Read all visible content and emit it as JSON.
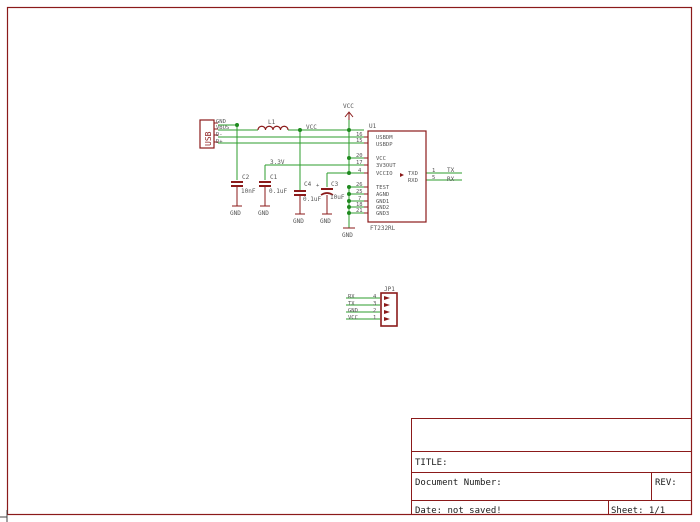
{
  "usb": {
    "connector_label": "USB",
    "pins": [
      "GND",
      "VBUS",
      "D-",
      "D+"
    ]
  },
  "inductor": {
    "ref": "L1"
  },
  "nets": {
    "vcc_net": "VCC",
    "v33_net": "3.3V",
    "vcc_port": "VCC"
  },
  "caps": [
    {
      "ref": "C2",
      "value": "10nF",
      "gnd": "GND"
    },
    {
      "ref": "C1",
      "value": "0.1uF",
      "gnd": "GND"
    },
    {
      "ref": "C4",
      "value": "0.1uF",
      "gnd": "GND"
    },
    {
      "ref": "C3",
      "value": "10uF",
      "gnd": "GND"
    }
  ],
  "ic": {
    "ref": "U1",
    "part": "FT232RL",
    "left_pins": [
      {
        "num": "16",
        "name": "USBDM"
      },
      {
        "num": "15",
        "name": "USBDP"
      },
      {
        "num": "20",
        "name": "VCC"
      },
      {
        "num": "17",
        "name": "3V3OUT"
      },
      {
        "num": "4",
        "name": "VCCIO"
      },
      {
        "num": "26",
        "name": "TEST"
      },
      {
        "num": "25",
        "name": "AGND"
      },
      {
        "num": "7",
        "name": "GND1"
      },
      {
        "num": "18",
        "name": "GND2"
      },
      {
        "num": "21",
        "name": "GND3"
      }
    ],
    "right_pins": [
      {
        "num": "1",
        "name": "TXD"
      },
      {
        "num": "5",
        "name": "RXD"
      }
    ],
    "gnd": "GND"
  },
  "ic_nets": {
    "tx": "TX",
    "rx": "RX"
  },
  "header": {
    "ref": "JP1",
    "pins": [
      {
        "num": "4",
        "net": "RX"
      },
      {
        "num": "3",
        "net": "TX"
      },
      {
        "num": "2",
        "net": "GND"
      },
      {
        "num": "1",
        "net": "VCC"
      }
    ]
  },
  "title_block": {
    "title_label": "TITLE:",
    "doc_label": "Document Number:",
    "rev_label": "REV:",
    "date_label": "Date: not saved!",
    "sheet_label": "Sheet: 1/1"
  },
  "colors": {
    "frame": "#8b1a1a",
    "wire": "#2e9e2e",
    "junction": "#1f8a1f",
    "text": "#555555"
  }
}
